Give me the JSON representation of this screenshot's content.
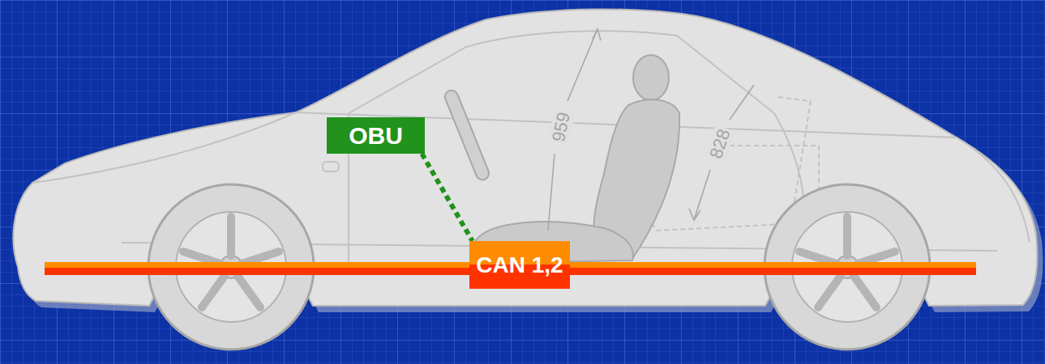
{
  "diagram": {
    "nodes": [
      {
        "text": [
          "OBU"
        ]
      },
      {
        "text": [
          "CAN 1,2"
        ]
      }
    ],
    "edges": [
      {
        "from": 0,
        "to": 1,
        "arrow": "none"
      }
    ],
    "labels": [
      "959",
      "828"
    ]
  }
}
